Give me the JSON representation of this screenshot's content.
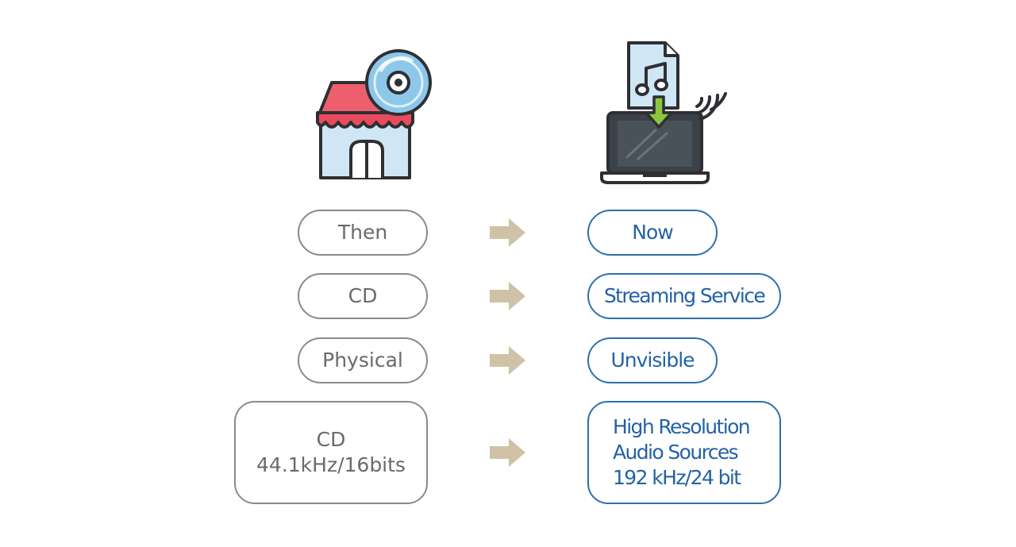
{
  "colors": {
    "left_border": "#8a8a8a",
    "left_text": "#6a6a6a",
    "right_border": "#2f6fae",
    "right_text": "#2462a6",
    "arrow": "#cfc2a6",
    "awning_red": "#ee5f6e",
    "shop_blue": "#cfe6f5",
    "disc_blue": "#8dc8ea",
    "download_green": "#8cc63f",
    "laptop_dark": "#3a4148"
  },
  "icons": {
    "left": "music-store-cd-icon",
    "right": "laptop-music-download-icon"
  },
  "rows": [
    {
      "left": "Then",
      "right": "Now"
    },
    {
      "left": "CD",
      "right": "Streaming Service"
    },
    {
      "left": "Physical",
      "right": "Unvisible"
    },
    {
      "left": "CD\n44.1kHz/16bits",
      "right": "High Resolution\nAudio Sources\n192 kHz/24 bit"
    }
  ]
}
